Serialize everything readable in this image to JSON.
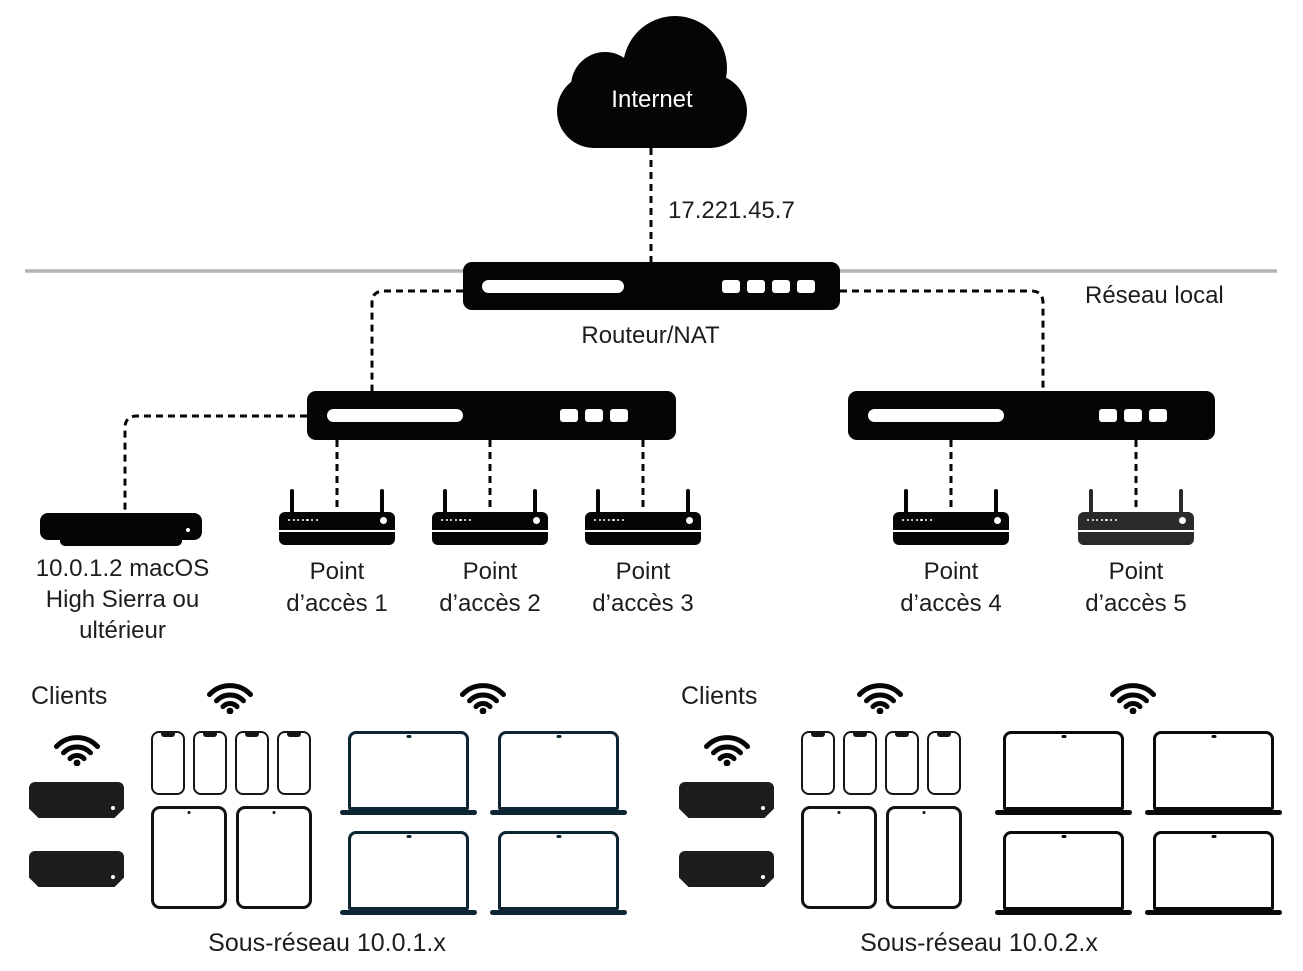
{
  "diagram": {
    "internet": {
      "label": "Internet",
      "public_ip": "17.221.45.7"
    },
    "lan": {
      "label": "Réseau local"
    },
    "router": {
      "label": "Routeur/NAT"
    },
    "server": {
      "label": "10.0.1.2 macOS High Sierra ou ultérieur"
    },
    "access_points": [
      {
        "label": "Point d’accès 1"
      },
      {
        "label": "Point d’accès 2"
      },
      {
        "label": "Point d’accès 3"
      },
      {
        "label": "Point d’accès 4"
      },
      {
        "label": "Point d’accès 5"
      }
    ],
    "subnets": [
      {
        "clients_label": "Clients",
        "label": "Sous-réseau 10.0.1.x",
        "client_devices": {
          "settop_boxes": 2,
          "phones": 4,
          "tablets": 2,
          "laptops": 4
        }
      },
      {
        "clients_label": "Clients",
        "label": "Sous-réseau 10.0.2.x",
        "client_devices": {
          "settop_boxes": 2,
          "phones": 4,
          "tablets": 2,
          "laptops": 4
        }
      }
    ]
  },
  "colors": {
    "ink": "#1d1d1f",
    "black": "#050505",
    "line-gray": "#b4b4b6",
    "laptop-navy": "#0e2534",
    "laptop-black": "#0a0a0a",
    "settop": "#1d1d1f",
    "ap5": "#2a2a2c"
  }
}
